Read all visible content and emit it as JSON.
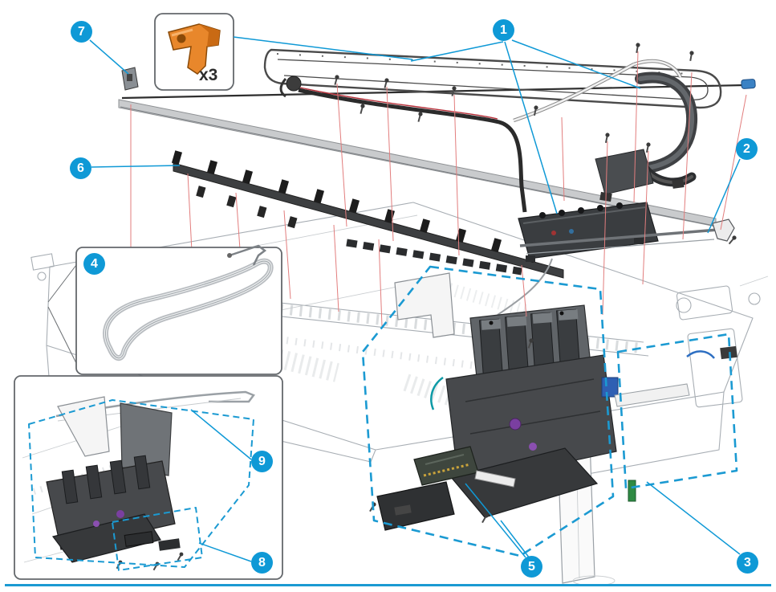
{
  "diagram": {
    "type": "exploded-parts-diagram",
    "callouts": [
      {
        "label": "1"
      },
      {
        "label": "2"
      },
      {
        "label": "3"
      },
      {
        "label": "4"
      },
      {
        "label": "5"
      },
      {
        "label": "6"
      },
      {
        "label": "7"
      },
      {
        "label": "8"
      },
      {
        "label": "9"
      }
    ],
    "insets": {
      "clip_quantity_label": "x3"
    },
    "colors": {
      "callout_blue": "#0f99d6",
      "dashed_outline_blue": "#1b9ad2",
      "leader_red": "#e27d7d",
      "clip_orange": "#e8872b",
      "footer_rule_blue": "#1b9ad2"
    }
  }
}
